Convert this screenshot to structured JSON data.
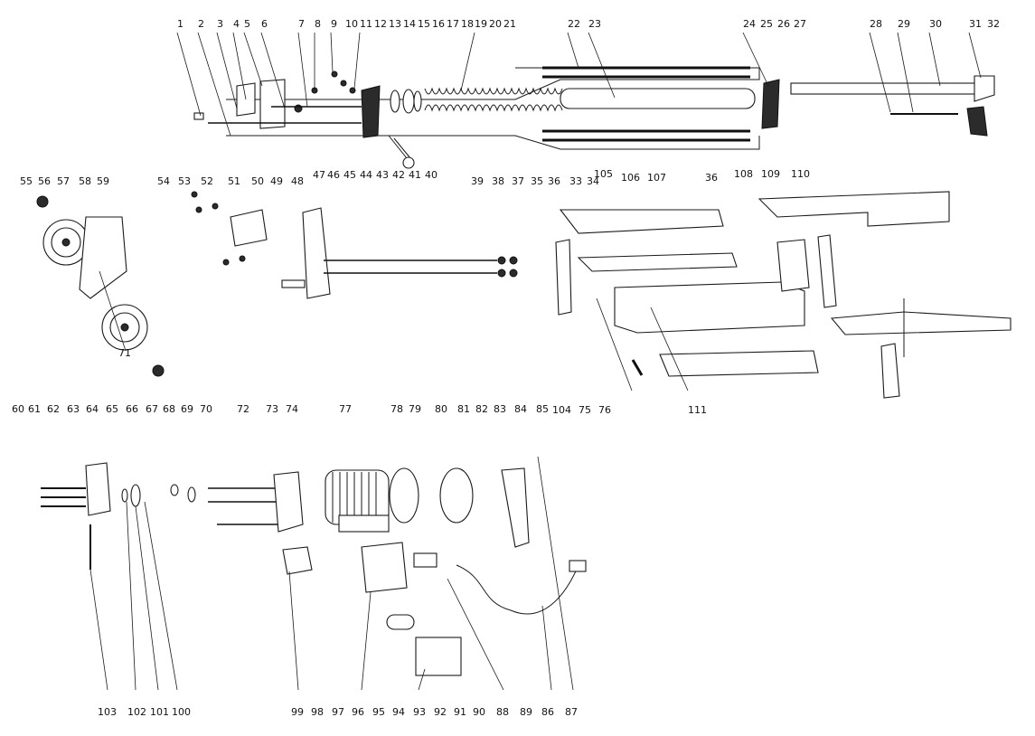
{
  "labels": {
    "top": [
      "1",
      "2",
      "3",
      "4",
      "5",
      "6",
      "7",
      "8",
      "9",
      "10",
      "11",
      "12",
      "13",
      "14",
      "15",
      "16",
      "17",
      "18",
      "19",
      "20",
      "21",
      "22",
      "23",
      "24",
      "25",
      "26",
      "27",
      "28",
      "29",
      "30",
      "31",
      "32"
    ],
    "row_47_40": [
      "47",
      "46",
      "45",
      "44",
      "43",
      "42",
      "41",
      "40"
    ],
    "wheel": [
      "55",
      "56",
      "57",
      "58",
      "59"
    ],
    "row_54_48": [
      "54",
      "53",
      "52",
      "51",
      "50",
      "49",
      "48"
    ],
    "row_39_37": [
      "39",
      "38",
      "37"
    ],
    "row_35_33": [
      "35",
      "36",
      "33",
      "34"
    ],
    "top_right": [
      "105",
      "106",
      "107",
      "36",
      "108",
      "109",
      "110"
    ],
    "mid_bottom": [
      "71",
      "104",
      "75",
      "76",
      "111"
    ],
    "motor_top": [
      "60",
      "61",
      "62",
      "63",
      "64",
      "65",
      "66",
      "67",
      "68",
      "69",
      "70",
      "72",
      "73",
      "74",
      "77",
      "78",
      "79",
      "80",
      "81",
      "82",
      "83",
      "84",
      "85"
    ],
    "bottom_row": [
      "103",
      "102",
      "101",
      "100",
      "99",
      "98",
      "97",
      "96",
      "95",
      "94",
      "93",
      "92",
      "91",
      "90",
      "88",
      "89",
      "86",
      "87"
    ]
  }
}
